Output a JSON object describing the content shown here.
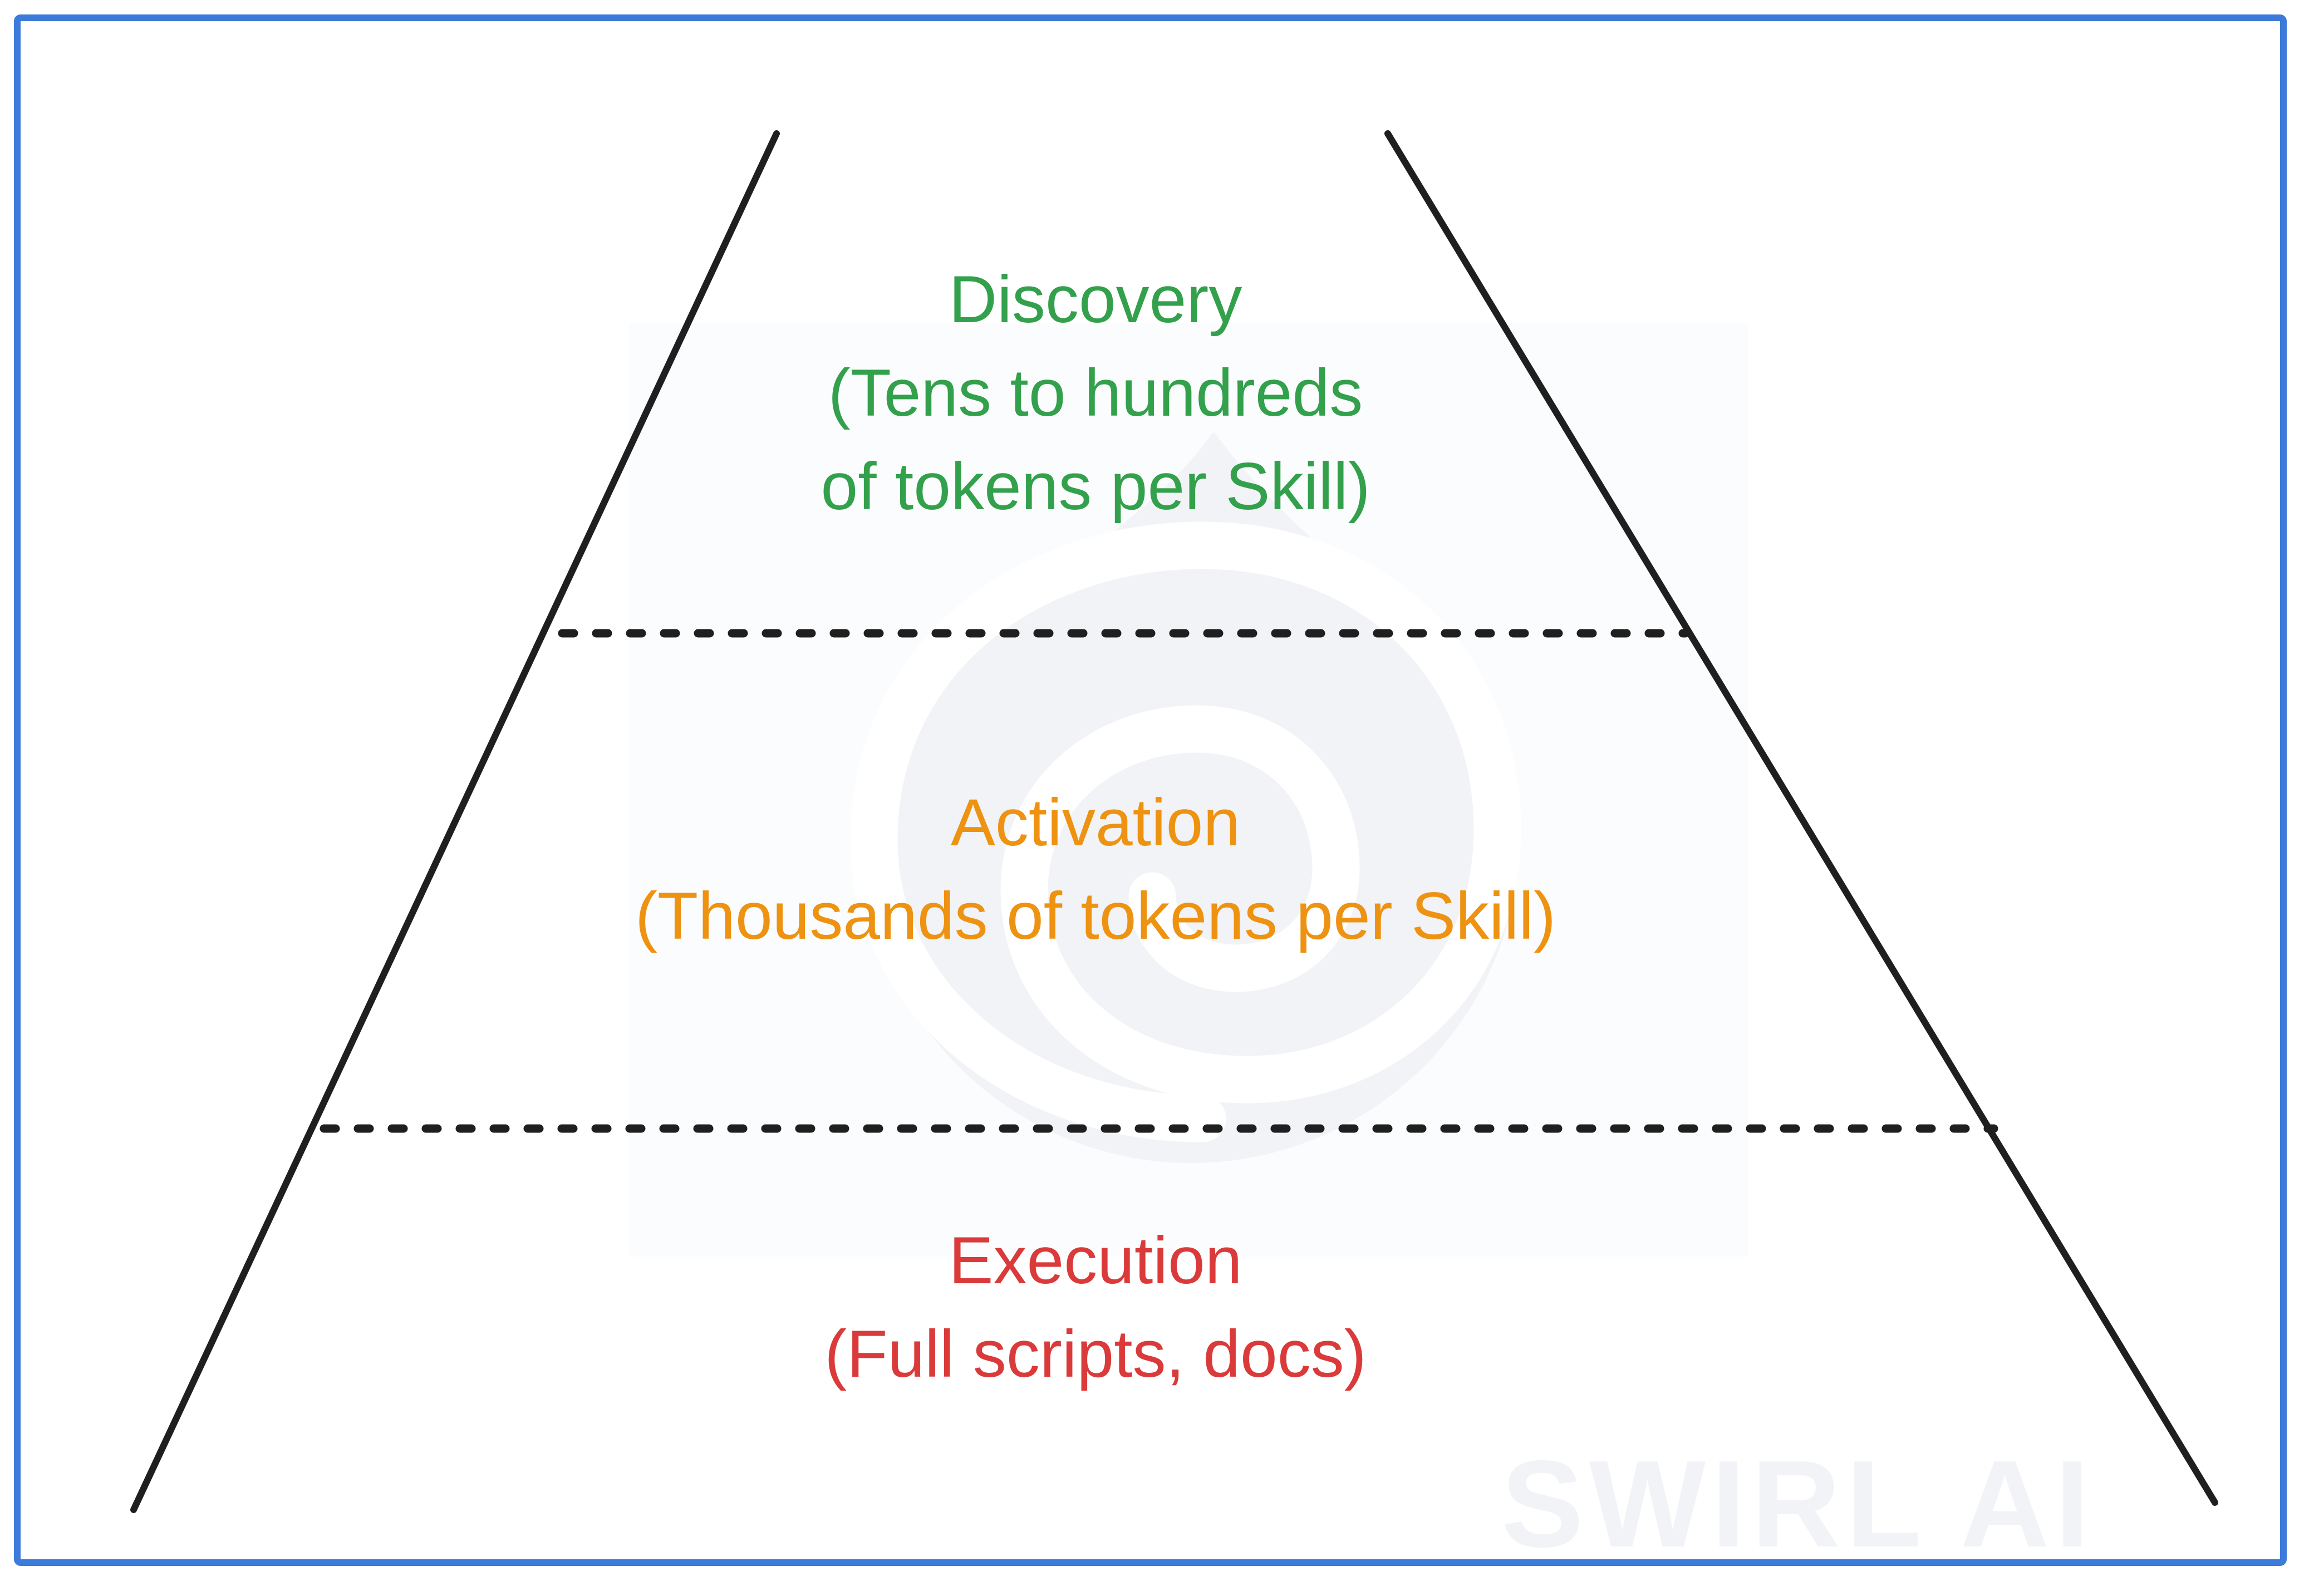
{
  "canvas": {
    "background": "#ffffff",
    "border_color": "#3c7bd9"
  },
  "watermark": {
    "text": "SWIRL AI",
    "logo": "swirl-droplet-icon",
    "tint": "#f1f3f6"
  },
  "funnel": {
    "stroke_color": "#1f1f1f",
    "divider_style": "dashed",
    "tiers": [
      {
        "id": "discovery",
        "color": "#33a04c",
        "label": "Discovery",
        "detail_lines": [
          "(Tens to hundreds",
          "of tokens per Skill)"
        ]
      },
      {
        "id": "activation",
        "color": "#ee9211",
        "label": "Activation",
        "detail_lines": [
          "(Thousands of tokens per Skill)"
        ]
      },
      {
        "id": "execution",
        "color": "#da3a3a",
        "label": "Execution",
        "detail_lines": [
          "(Full scripts, docs)"
        ]
      }
    ]
  }
}
